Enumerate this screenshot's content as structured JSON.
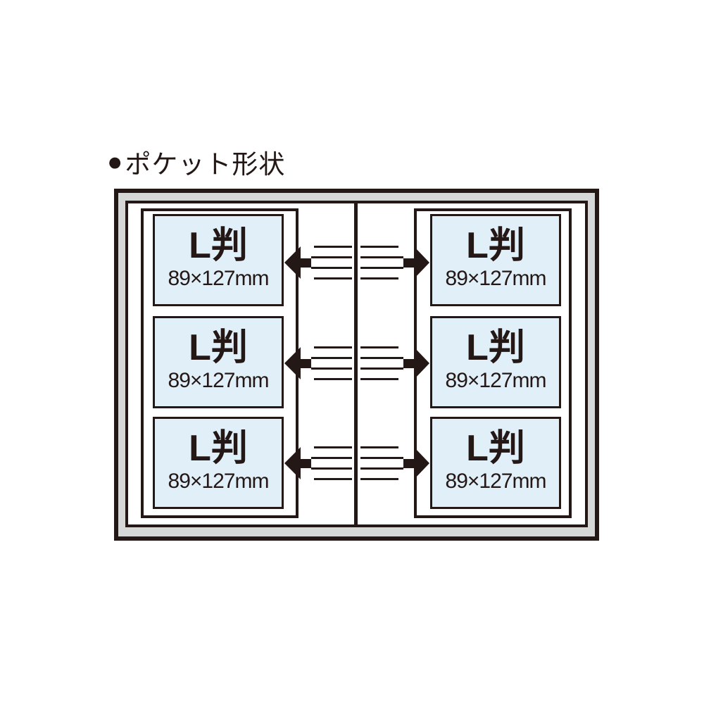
{
  "heading": {
    "bullet": "●",
    "label": "ポケット形状"
  },
  "colors": {
    "ink": "#231815",
    "pocket_fill": "#e1eff9",
    "frame_fill": "#d6d7d7",
    "page_fill": "#ffffff"
  },
  "album": {
    "left_page": {
      "pockets": [
        {
          "size_label": "L判",
          "dimensions": "89×127mm"
        },
        {
          "size_label": "L判",
          "dimensions": "89×127mm"
        },
        {
          "size_label": "L判",
          "dimensions": "89×127mm"
        }
      ]
    },
    "right_page": {
      "pockets": [
        {
          "size_label": "L判",
          "dimensions": "89×127mm"
        },
        {
          "size_label": "L判",
          "dimensions": "89×127mm"
        },
        {
          "size_label": "L判",
          "dimensions": "89×127mm"
        }
      ]
    }
  }
}
